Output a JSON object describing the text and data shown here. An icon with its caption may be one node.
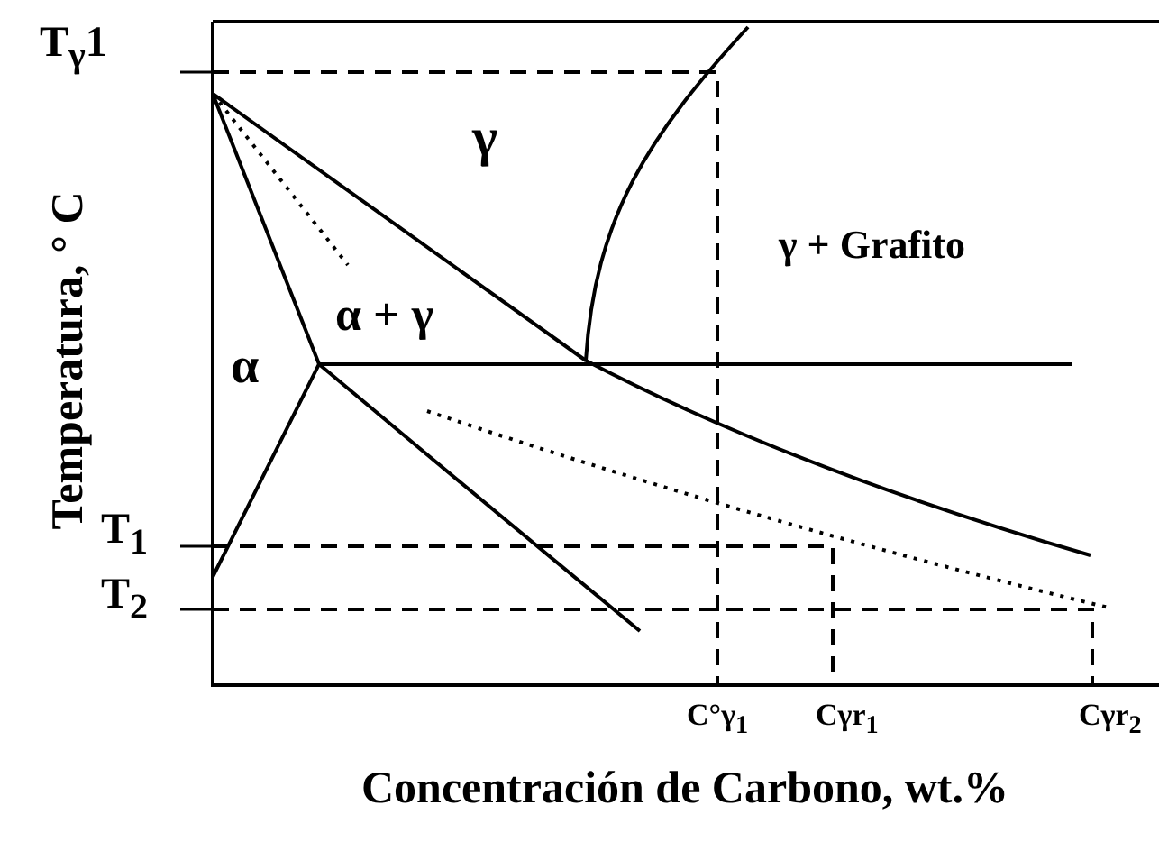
{
  "diagram": {
    "labels": [
      "T$_{γ}$1",
      "γ",
      "γ + Grafito",
      "α + γ",
      "α",
      "T$_{1}$",
      "T$_{2}$",
      "Temperatura, ° C",
      "C°γ$_{1}$",
      "Cγr$_{1}$",
      "Cγr$_{2}$",
      "Concentración de Carbono, wt.%"
    ]
  }
}
